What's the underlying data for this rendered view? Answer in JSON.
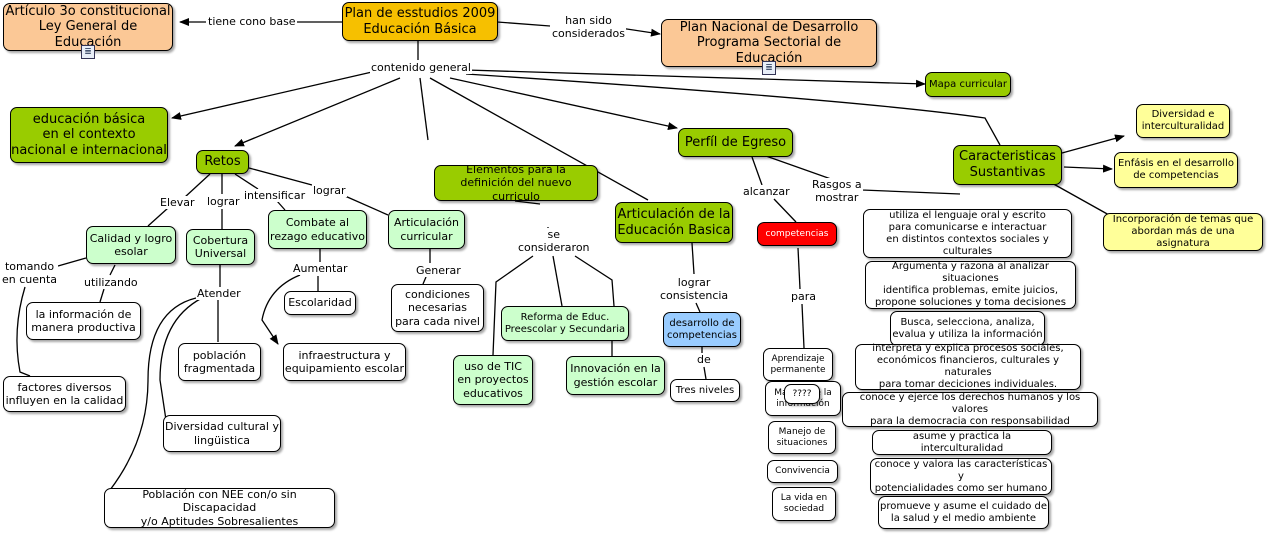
{
  "nodes": {
    "articulo3": "Artículo 3o constitucional\nLey General de Educación",
    "plan2009": "Plan de esstudios 2009\nEducación Básica",
    "plan_nacional": "Plan Nacional de Desarrollo\nPrograma Sectorial de Educación",
    "mapa_curricular": "Mapa curricular",
    "educacion_basica": "educación básica\nen el contexto\nnacional e internacional",
    "retos": "Retos",
    "calidad": "Calidad y logro\nesolar",
    "cobertura": "Cobertura\nUniversal",
    "combate": "Combate al\nrezago educativo",
    "articulacion_curricular": "Articulación\ncurricular",
    "elementos": "Elementos para la\ndefinición del nuevo curriculo",
    "articulacion_eb": "Articulación de la\nEducación Basica",
    "perfil": "Perfíl de Egreso",
    "caracteristicas": "Caracteristicas\nSustantivas",
    "diversidad_inter": "Diversidad e\ninterculturalidad",
    "enfasis": "Enfásis en el desarrollo\nde competencias",
    "incorporacion": "Incorporación de temas que\nabordan más de una asignatura",
    "informacion": "la información de\nmanera productiva",
    "factores": "factores diversos\ninfluyen en la calidad",
    "poblacion_frag": "población\nfragmentada",
    "diversidad_cultural": "Diversidad cultural y\nlingüistica",
    "poblacion_nee": "Población con NEE con/o sin Discapacidad\ny/o Aptitudes Sobresalientes",
    "escolaridad": "Escolaridad",
    "infraestructura": "infraestructura y\nequipamiento escolar",
    "condiciones": "condiciones\nnecesarias\npara cada nivel",
    "reforma": "Reforma de Educ.\nPreescolar y Secundaria",
    "tic": "uso de TIC\nen proyectos\neducativos",
    "innovacion": "Innovación en la\ngestión escolar",
    "desarrollo_comp": "desarrollo de\ncompetencias",
    "tres_niveles": "Tres niveles",
    "competencias": "competencias",
    "aprendizaje": "Aprendizaje\npermanente",
    "manejo_info": "Manejo de la\ninformación",
    "unknown": "????",
    "manejo_sit": "Manejo de\nsituaciones",
    "convivencia": "Convivencia",
    "vida_sociedad": "La vida en\nsociedad",
    "rasgo1": "utiliza el lenguaje oral y escrito\npara comunicarse e interactuar\nen distintos contextos sociales y culturales",
    "rasgo2": "Argumenta y razona al analizar situaciones\nidentifica problemas, emite juicios,\npropone soluciones y toma decisiones",
    "rasgo3": "Busca, selecciona, analiza,\nevalua y utiliza la información",
    "rasgo4": "interpreta y explica procesos sociales,\neconómicos financieros, culturales y naturales\npara tomar deciciones individuales.",
    "rasgo5": "conoce y ejerce los derechos humanos y los valores\npara la democracia con responsabilidad",
    "rasgo6": "asume y practica la interculturalidad",
    "rasgo7": "conoce y valora las características y\npotencialidades como ser humano",
    "rasgo8": "promueve y asume el cuidado de\nla salud y el medio ambiente"
  },
  "links": {
    "tiene_cono_base": "tiene cono base",
    "han_sido": "han sido\nconsiderados",
    "contenido_general": "contenido general",
    "elevar": "Elevar",
    "lograr_a": "lograr",
    "intensificar": "intensificar",
    "lograr_b": "lograr",
    "tomando": "tomando\nen cuenta",
    "utilizando": "utilizando",
    "atender": "Atender",
    "aumentar": "Aumentar",
    "generar": "Generar",
    "se_consideraron": "se\nconsideraron",
    "lograr_consistencia": "lograr\nconsistencia",
    "de": "de",
    "alcanzar": "alcanzar",
    "rasgos": "Rasgos a\nmostrar",
    "para": "para"
  }
}
